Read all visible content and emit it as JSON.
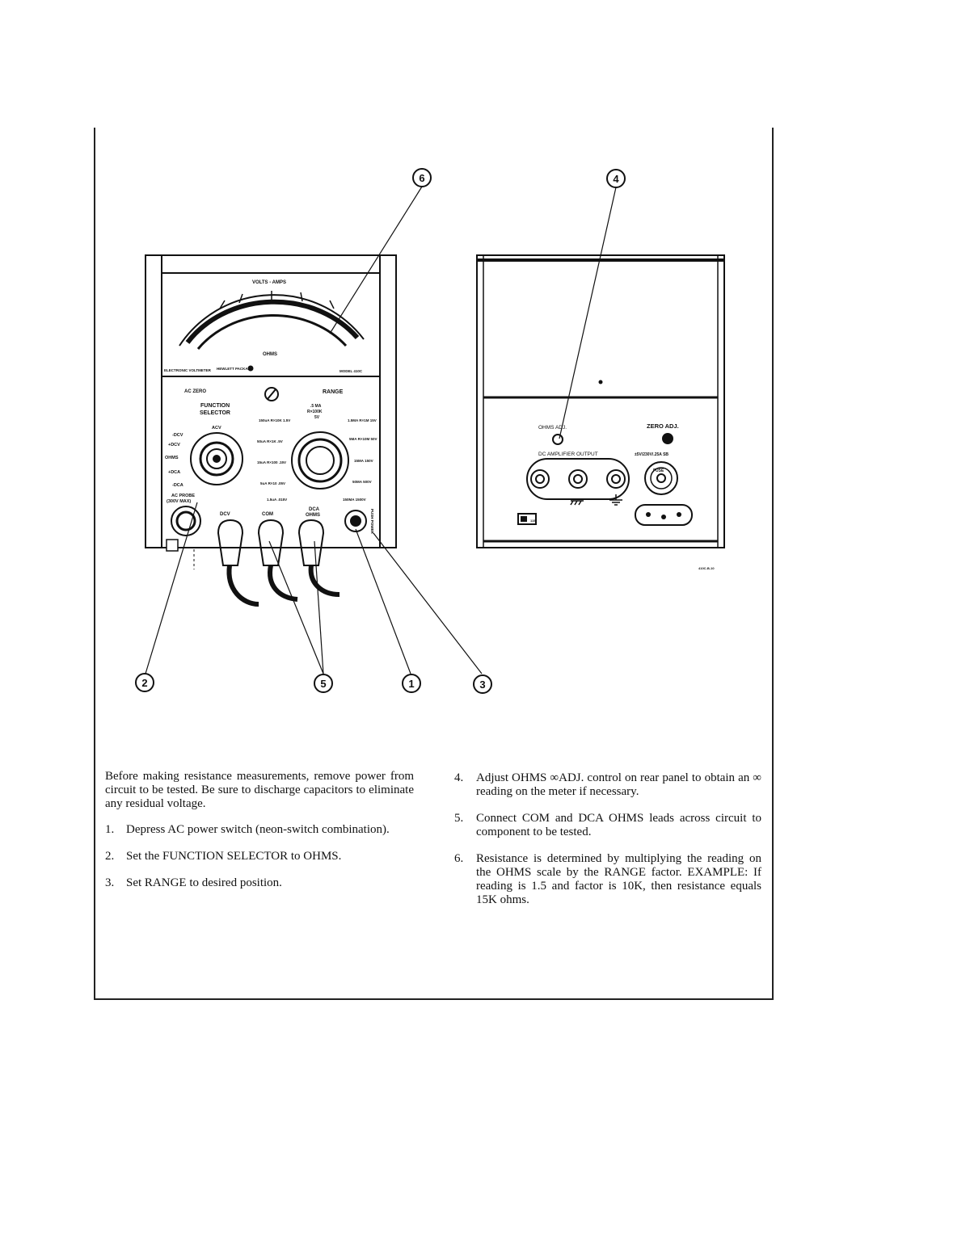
{
  "figure": {
    "callouts": [
      "1",
      "2",
      "3",
      "4",
      "5",
      "6"
    ],
    "front_panel": {
      "meter_top_label": "VOLTS - AMPS",
      "meter_ohms_label": "OHMS",
      "meter_left_label": "ELECTRONIC VOLTMETER",
      "meter_brand": "HEWLETT PACKARD",
      "meter_model": "MODEL 410C",
      "ac_zero": "AC ZERO",
      "range": "RANGE",
      "function_selector_1": "FUNCTION",
      "function_selector_2": "SELECTOR",
      "selector_positions": [
        "ACV",
        "-DCV",
        "+DCV",
        "OHMS",
        "+DCA",
        "-DCA"
      ],
      "range_positions_left": [
        "150uA R×10K 1.5V",
        "50uA R×1K .5V",
        "15uA R×100 .15V",
        "5uA R×10 .05V",
        "1.5uA .015V"
      ],
      "range_positions_right": [
        "1.5MA R×1M 15V",
        "5MA R×10M 50V",
        "15MA 150V",
        "50MA 500V",
        "150MA 1500V"
      ],
      "range_position_top": [
        ".5 MA",
        "R×100K",
        "5V"
      ],
      "ac_probe": [
        "AC PROBE",
        "(300V MAX)"
      ],
      "jacks": [
        "DCV",
        "COM",
        "DCA",
        "OHMS"
      ],
      "power_label": "PUSH POWER"
    },
    "rear_panel": {
      "ohms_adj": "OHMS ADJ.",
      "zero_adj": "ZERO ADJ.",
      "dc_output": "DC AMPLIFIER OUTPUT",
      "fuse_rating": "±5V/230V/.25A SB",
      "fuse": "FUSE",
      "line_switch": "115",
      "fig_number": "410C-B-10"
    }
  },
  "intro": "Before making resistance measurements, remove power from circuit to be tested. Be sure to discharge capacitors to eliminate any residual voltage.",
  "steps_left": [
    {
      "num": "1.",
      "text": "Depress AC power switch (neon-switch combination)."
    },
    {
      "num": "2.",
      "text": "Set the FUNCTION SELECTOR to OHMS."
    },
    {
      "num": "3.",
      "text": "Set RANGE to desired position."
    }
  ],
  "steps_right": [
    {
      "num": "4.",
      "text": "Adjust OHMS ∞ADJ. control on rear panel to obtain an ∞ reading on the meter if necessary."
    },
    {
      "num": "5.",
      "text": "Connect COM and DCA OHMS leads across circuit to component to be tested."
    },
    {
      "num": "6.",
      "text": "Resistance is determined by multiplying the reading on the OHMS scale by the RANGE factor. EXAMPLE: If reading is 1.5 and factor is 10K, then resistance equals 15K ohms."
    }
  ]
}
